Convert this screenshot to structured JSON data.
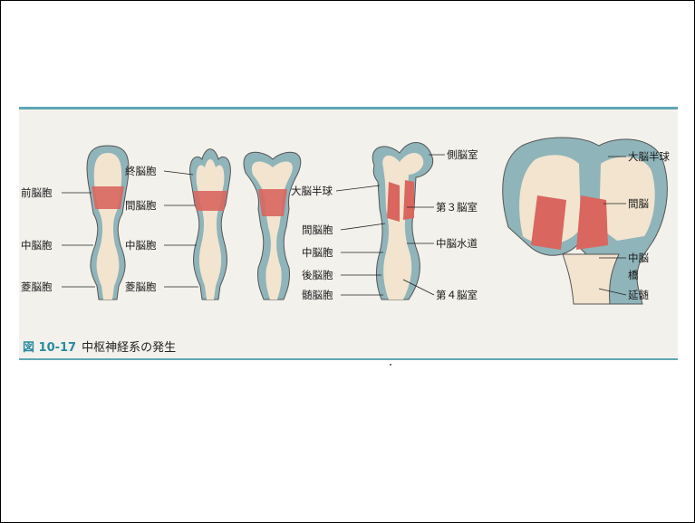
{
  "caption": {
    "number": "図 10-17",
    "title": "中枢神経系の発生"
  },
  "labels": {
    "prosencephalon": "前脳胞",
    "mesencephalon": "中脳胞",
    "rhombencephalon": "菱脳胞",
    "telencephalon": "終脳胞",
    "diencephalon": "間脳胞",
    "cerebral_hemisphere": "大脳半球",
    "metencephalon": "後脳胞",
    "myelencephalon": "髄脳胞",
    "lateral_ventricle": "側脳室",
    "third_ventricle": "第３脳室",
    "cerebral_aqueduct": "中脳水道",
    "fourth_ventricle": "第４脳室",
    "diencephalon_adult": "間脳",
    "midbrain": "中脳",
    "pons": "橋",
    "medulla": "延髄"
  },
  "colors": {
    "accent": "#2a8ba0",
    "tube_outer": "#8fb4ba",
    "red": "#d9665f",
    "cream": "#f2e4cf"
  }
}
